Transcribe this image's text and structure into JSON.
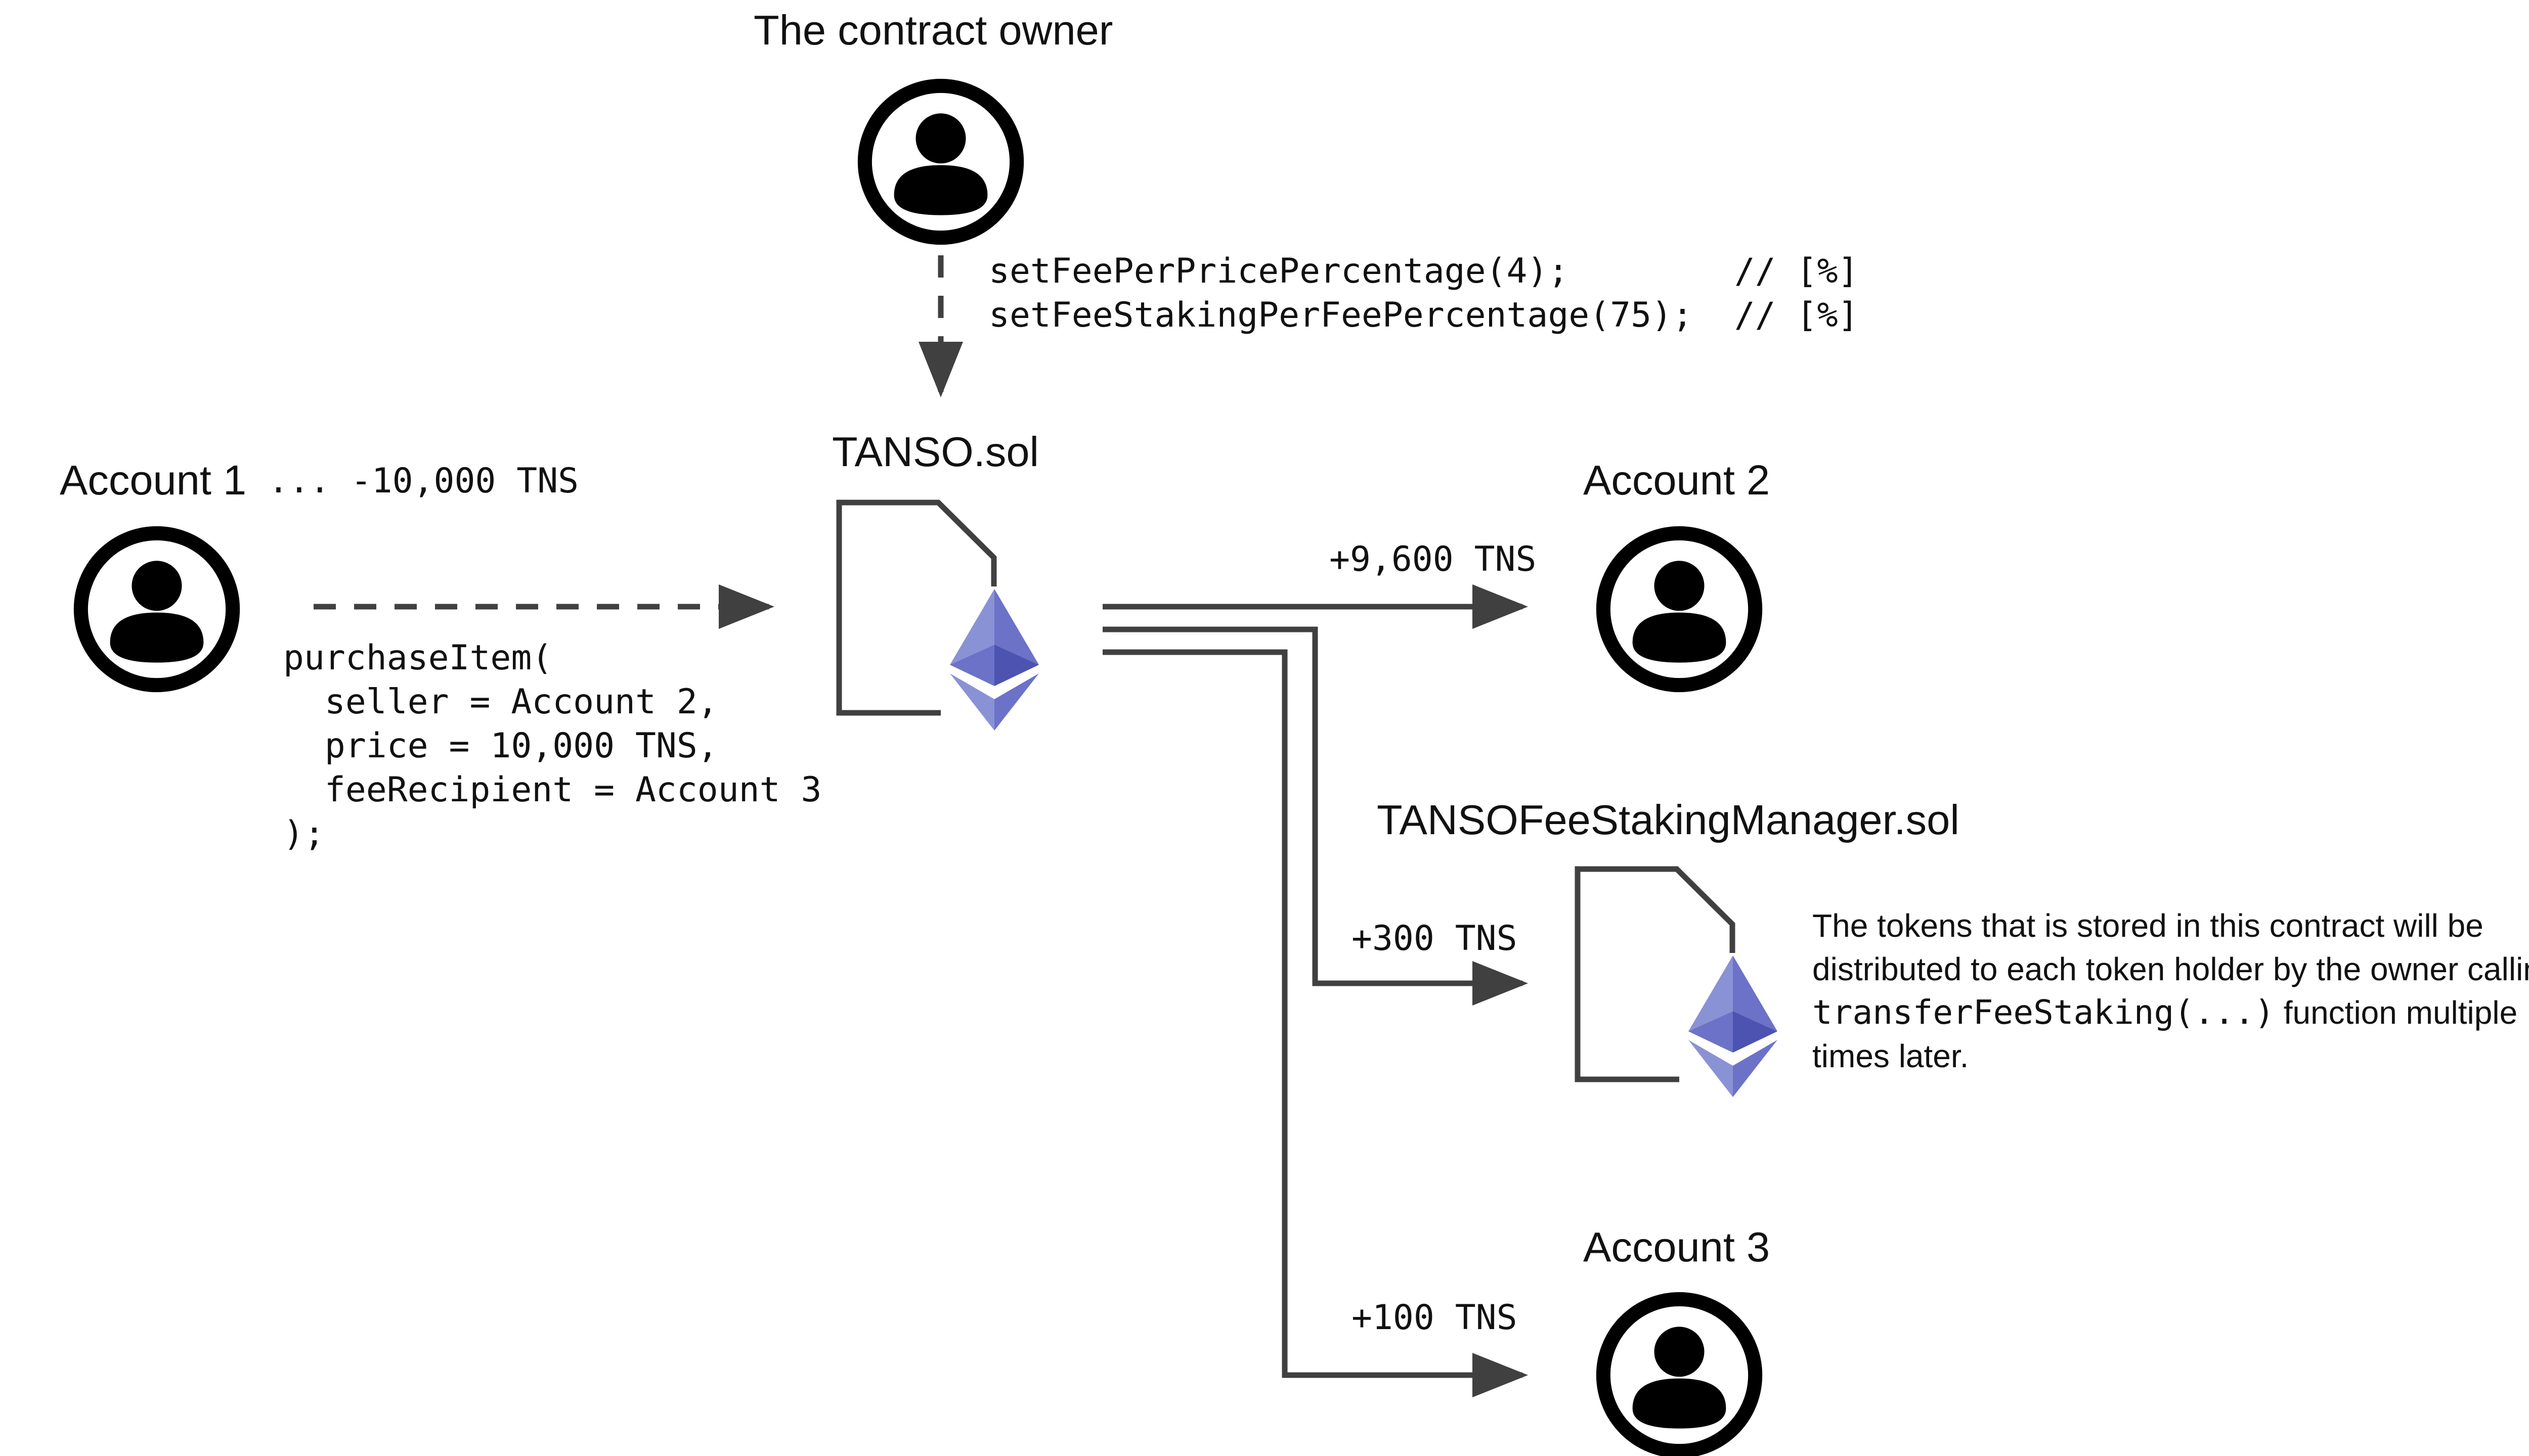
{
  "owner": {
    "title": "The contract owner",
    "calls": [
      "setFeePerPricePercentage(4);        // [%]",
      "setFeeStakingPerFeePercentage(75);  // [%]"
    ]
  },
  "tanso": {
    "title": "TANSO.sol"
  },
  "account1": {
    "title": "Account 1",
    "delta": "... -10,000 TNS",
    "call": [
      "purchaseItem(",
      "  seller = Account 2,",
      "  price = 10,000 TNS,",
      "  feeRecipient = Account 3",
      ");"
    ]
  },
  "account2": {
    "title": "Account 2",
    "amount": "+9,600 TNS"
  },
  "staking": {
    "title": "TANSOFeeStakingManager.sol",
    "amount": "+300 TNS",
    "note_before": "The tokens that is stored in this contract will be distributed to each token holder by the owner calling ",
    "note_code": "transferFeeStaking(...)",
    "note_after": " function multiple times later."
  },
  "account3": {
    "title": "Account 3",
    "amount": "+100 TNS"
  },
  "colors": {
    "line": "#404040",
    "eth_light": "#8a92d6",
    "eth_mid": "#6b72c8",
    "eth_dark": "#4c53b0"
  }
}
